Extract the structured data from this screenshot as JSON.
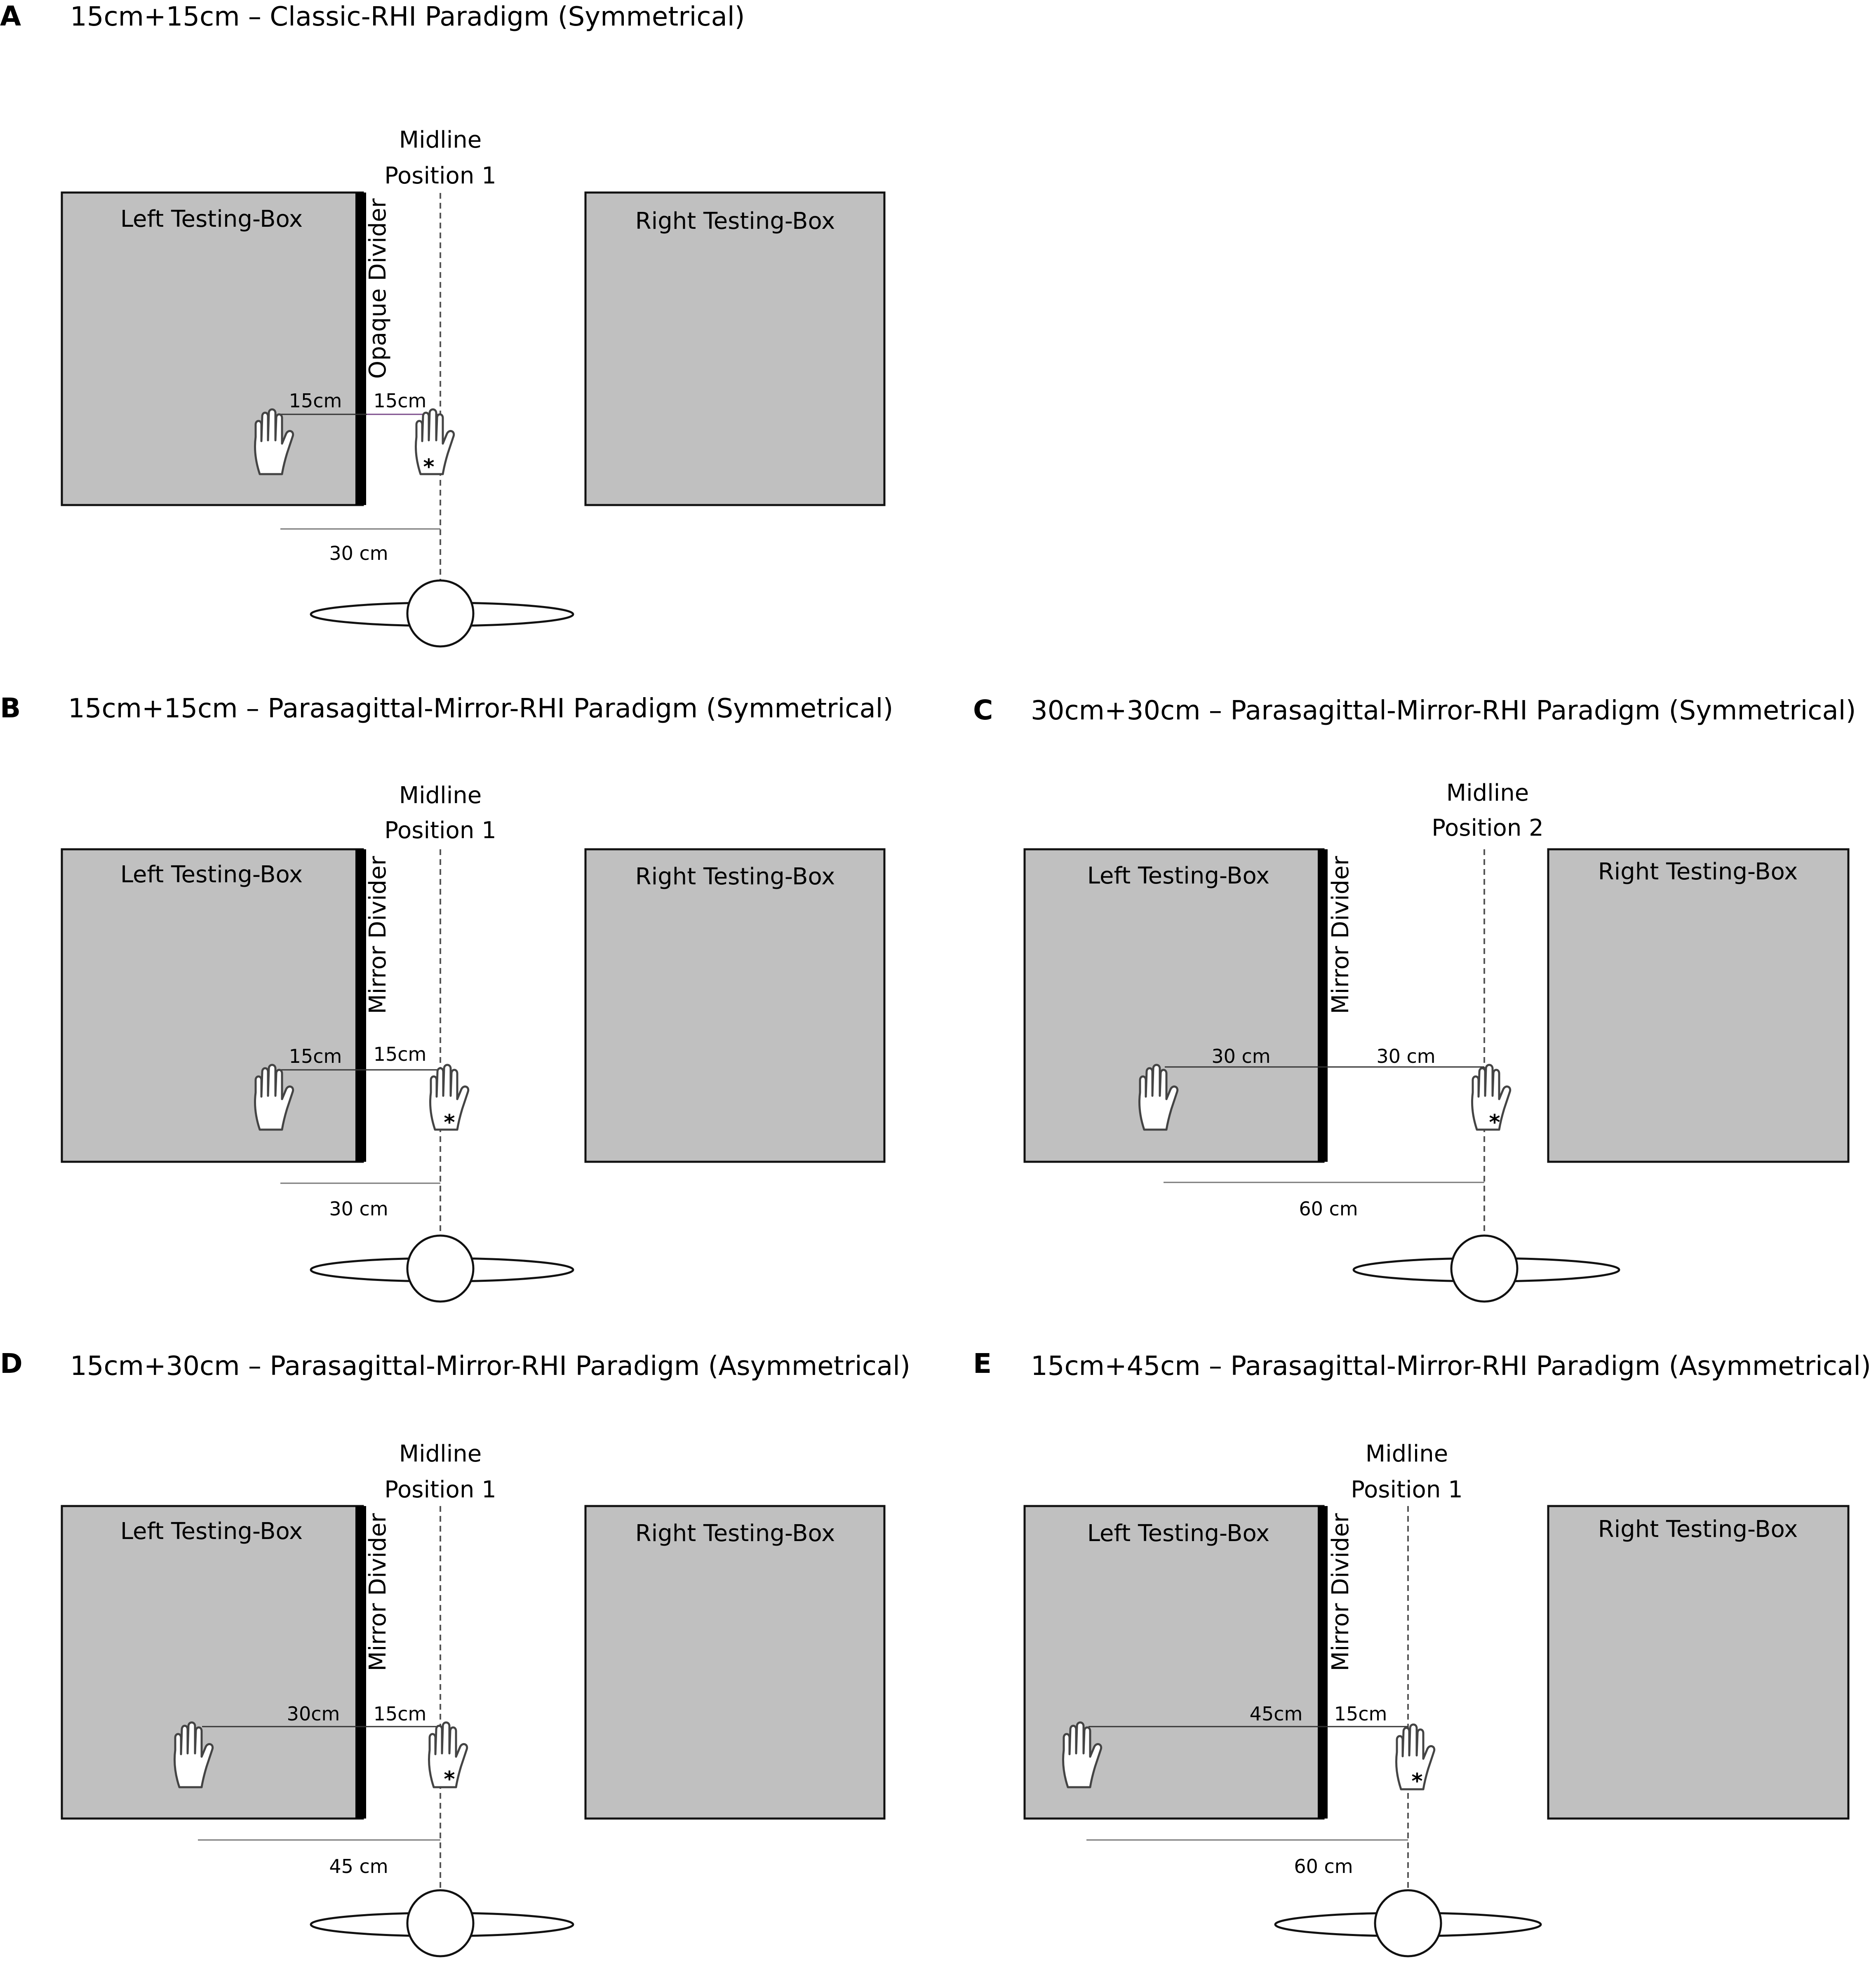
{
  "panels": [
    {
      "id": "A",
      "letter": "A",
      "title": "15cm+15cm – Classic-RHI Paradigm (Symmetrical)",
      "left_box_label": "Left Testing-Box",
      "right_box_label": "Right Testing-Box",
      "midline_line1": "Midline",
      "midline_line2": "Position 1",
      "divider_label": "Opaque Divider",
      "left_distance": "15cm",
      "right_distance": "15cm",
      "total_distance": "30 cm",
      "hand_marker": "*"
    },
    {
      "id": "B",
      "letter": "B",
      "title": "15cm+15cm – Parasagittal-Mirror-RHI Paradigm (Symmetrical)",
      "left_box_label": "Left Testing-Box",
      "right_box_label": "Right Testing-Box",
      "midline_line1": "Midline",
      "midline_line2": "Position 1",
      "divider_label": "Mirror Divider",
      "left_distance": "15cm",
      "right_distance": "15cm",
      "total_distance": "30 cm",
      "hand_marker": "*"
    },
    {
      "id": "C",
      "letter": "C",
      "title": "30cm+30cm – Parasagittal-Mirror-RHI Paradigm (Symmetrical)",
      "left_box_label": "Left Testing-Box",
      "right_box_label": "Right Testing-Box",
      "midline_line1": "Midline",
      "midline_line2": "Position 2",
      "divider_label": "Mirror Divider",
      "left_distance": "30 cm",
      "right_distance": "30 cm",
      "total_distance": "60 cm",
      "hand_marker": "*"
    },
    {
      "id": "D",
      "letter": "D",
      "title": "15cm+30cm – Parasagittal-Mirror-RHI Paradigm (Asymmetrical)",
      "left_box_label": "Left Testing-Box",
      "right_box_label": "Right Testing-Box",
      "midline_line1": "Midline",
      "midline_line2": "Position 1",
      "divider_label": "Mirror Divider",
      "left_distance": "30cm",
      "right_distance": "15cm",
      "total_distance": "45 cm",
      "hand_marker": "*"
    },
    {
      "id": "E",
      "letter": "E",
      "title": "15cm+45cm – Parasagittal-Mirror-RHI Paradigm (Asymmetrical)",
      "left_box_label": "Left Testing-Box",
      "right_box_label": "Right Testing-Box",
      "midline_line1": "Midline",
      "midline_line2": "Position 1",
      "divider_label": "Mirror Divider",
      "left_distance": "45cm",
      "right_distance": "15cm",
      "total_distance": "60 cm",
      "hand_marker": "*"
    }
  ]
}
